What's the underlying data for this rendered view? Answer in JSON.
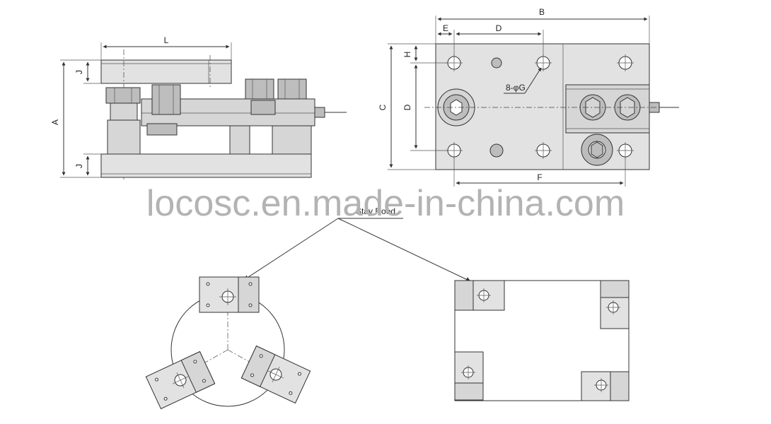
{
  "labels": {
    "L": "L",
    "J_top": "J",
    "J_bottom": "J",
    "A": "A",
    "B": "B",
    "E": "E",
    "D_top": "D",
    "H": "H",
    "C": "C",
    "D_side": "D",
    "holes": "8-φG",
    "F": "F",
    "stay_rod": "Stay Rood"
  },
  "watermark": "locosc.en.made-in-china.com"
}
